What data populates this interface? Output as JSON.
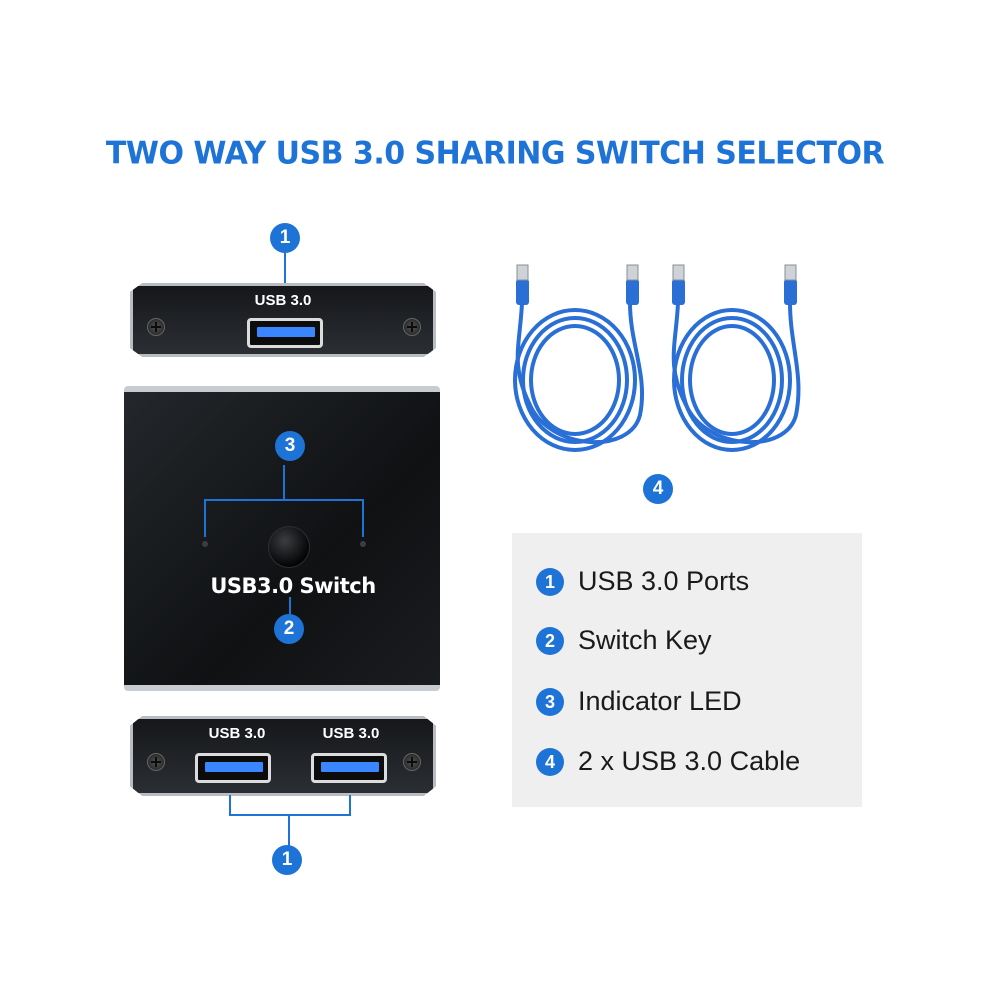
{
  "title": "TWO WAY USB 3.0 SHARING SWITCH SELECTOR",
  "device_label": "USB3.0 Switch",
  "top_panel": {
    "port_label": "USB 3.0"
  },
  "bottom_panel": {
    "port_labels": [
      "USB 3.0",
      "USB 3.0"
    ]
  },
  "callouts": {
    "top_ports": "1",
    "bottom_ports": "1",
    "switch_key": "2",
    "indicator_led": "3",
    "cables": "4"
  },
  "legend": [
    {
      "num": "1",
      "text": "USB 3.0 Ports"
    },
    {
      "num": "2",
      "text": "Switch Key"
    },
    {
      "num": "3",
      "text": "Indicator LED"
    },
    {
      "num": "4",
      "text": "2 x USB 3.0 Cable"
    }
  ],
  "colors": {
    "accent": "#1e73d6",
    "cable": "#2a6fd6",
    "device": "#141619",
    "legend_bg": "#efefef"
  }
}
